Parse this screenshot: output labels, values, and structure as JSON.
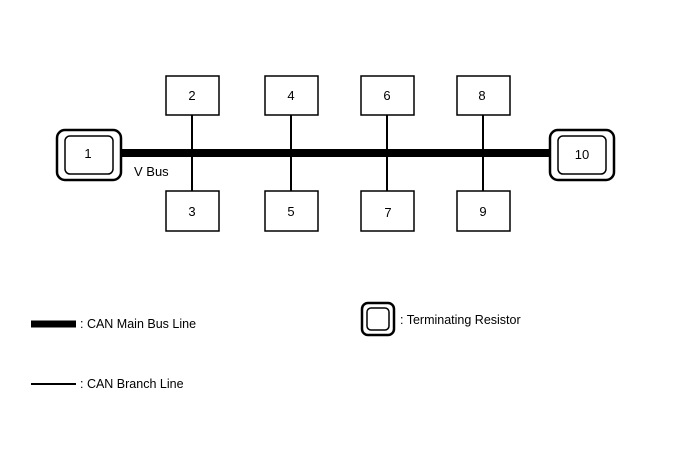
{
  "diagram": {
    "terminal_nodes": [
      {
        "id": "1",
        "label": "1"
      },
      {
        "id": "10",
        "label": "10"
      }
    ],
    "branch_nodes": [
      {
        "id": "2",
        "label": "2",
        "position": "top"
      },
      {
        "id": "3",
        "label": "3",
        "position": "bottom"
      },
      {
        "id": "4",
        "label": "4",
        "position": "top"
      },
      {
        "id": "5",
        "label": "5",
        "position": "bottom"
      },
      {
        "id": "6",
        "label": "6",
        "position": "top"
      },
      {
        "id": "7",
        "label": "7",
        "position": "bottom"
      },
      {
        "id": "8",
        "label": "8",
        "position": "top"
      },
      {
        "id": "9",
        "label": "9",
        "position": "bottom"
      }
    ],
    "bus_label": "V Bus"
  },
  "legend": {
    "main_bus": ": CAN Main Bus Line",
    "branch": ": CAN Branch Line",
    "terminator": ": Terminating Resistor"
  },
  "colors": {
    "line": "#000000",
    "background": "#ffffff"
  }
}
